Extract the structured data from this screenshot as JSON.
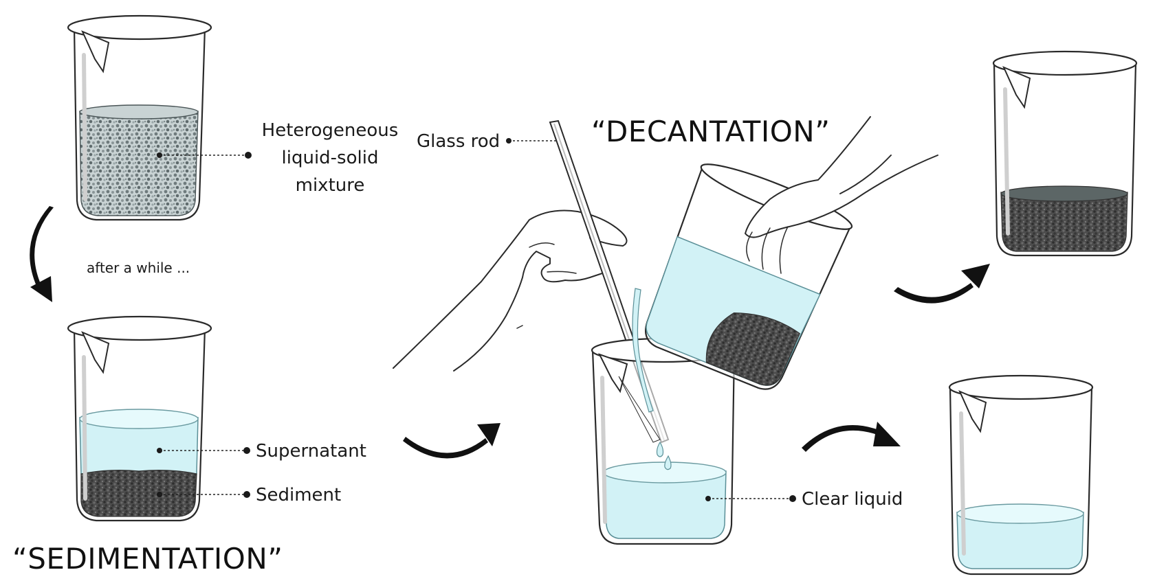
{
  "titles": {
    "decantation": "“DECANTATION”",
    "sedimentation": "“SEDIMENTATION”"
  },
  "labels": {
    "mixture_line1": "Heterogeneous",
    "mixture_line2": "liquid-solid",
    "mixture_line3": "mixture",
    "after_while": "after a while ...",
    "supernatant": "Supernatant",
    "sediment": "Sediment",
    "glass_rod": "Glass rod",
    "clear_liquid": "Clear liquid"
  },
  "colors": {
    "liquid": "#d2f2f6",
    "sediment": "#4a4a4a",
    "mixture": "#9aa6a8",
    "outline": "#2a2a2a"
  }
}
